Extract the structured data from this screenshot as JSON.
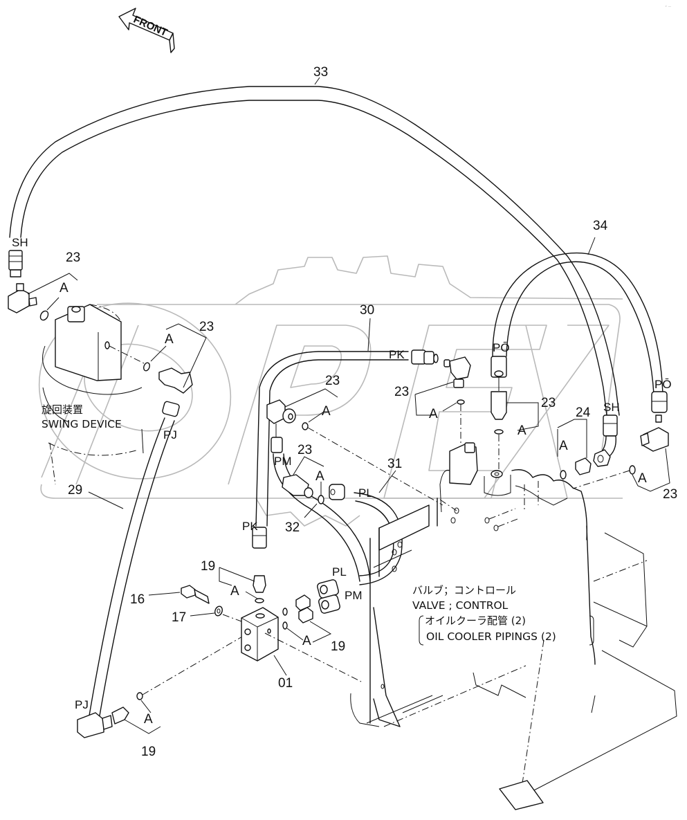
{
  "diagram": {
    "orientation_arrow": "FRONT",
    "corner_mark": "•˙ —",
    "watermark_color": "#b9b9b9",
    "line_color": "#111111",
    "caption": {
      "jp_title": "バルブ；コントロール",
      "en_title": "VALVE ; CONTROL",
      "jp_subtitle": "オイルクーラ配管 (2)",
      "en_subtitle": "OIL COOLER  PIPINGS (2)"
    },
    "swing_device": {
      "jp": "旋回装置",
      "en": "SWING  DEVICE"
    },
    "part_numbers": {
      "p33": "33",
      "p34": "34",
      "p30": "30",
      "p31": "31",
      "p32": "32",
      "p29": "29",
      "p24": "24",
      "p16": "16",
      "p17": "17",
      "p01": "01",
      "p23_sh_left": "23",
      "p23_swing": "23",
      "p23_pk": "23",
      "p23_upper_mid": "23",
      "p23_pm": "23",
      "p23_po": "23",
      "p23_right": "23",
      "p19_top": "19",
      "p19_right": "19",
      "p19_bottom": "19"
    },
    "port_labels": {
      "sh_left": "SH",
      "sh_right": "SH",
      "pj_top": "PJ",
      "pj_bottom": "PJ",
      "pk_top": "PK",
      "pk_bottom": "PK",
      "pm_top": "PM",
      "pm_bottom": "PM",
      "pl_top": "PL",
      "pl_bottom": "PL",
      "po_mid": "PŌ",
      "po_right": "PŌ"
    },
    "oring_label": "A"
  }
}
